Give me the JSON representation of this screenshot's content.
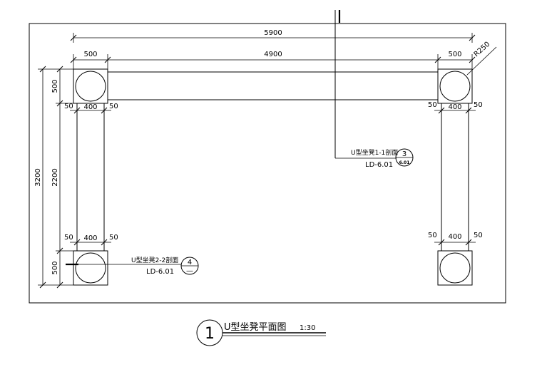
{
  "dimensions": {
    "overall_width": "5900",
    "inner_width": "4900",
    "left_post": "500",
    "right_post": "500",
    "radius": "R250",
    "overall_height": "3200",
    "leg_height": "2200",
    "post_top": "500",
    "post_bottom": "500",
    "leg_width": "400",
    "offset": "50"
  },
  "callouts": {
    "section1": {
      "title": "U型坐凳1-1剖面",
      "ref": "LD-6.01",
      "number": "3",
      "sheet": "6.01"
    },
    "section2": {
      "title": "U型坐凳2-2剖面",
      "ref": "LD-6.01",
      "number": "4",
      "sheet": "—"
    }
  },
  "drawing_title": {
    "number": "1",
    "text": "U型坐凳平面图",
    "scale": "1:30"
  }
}
